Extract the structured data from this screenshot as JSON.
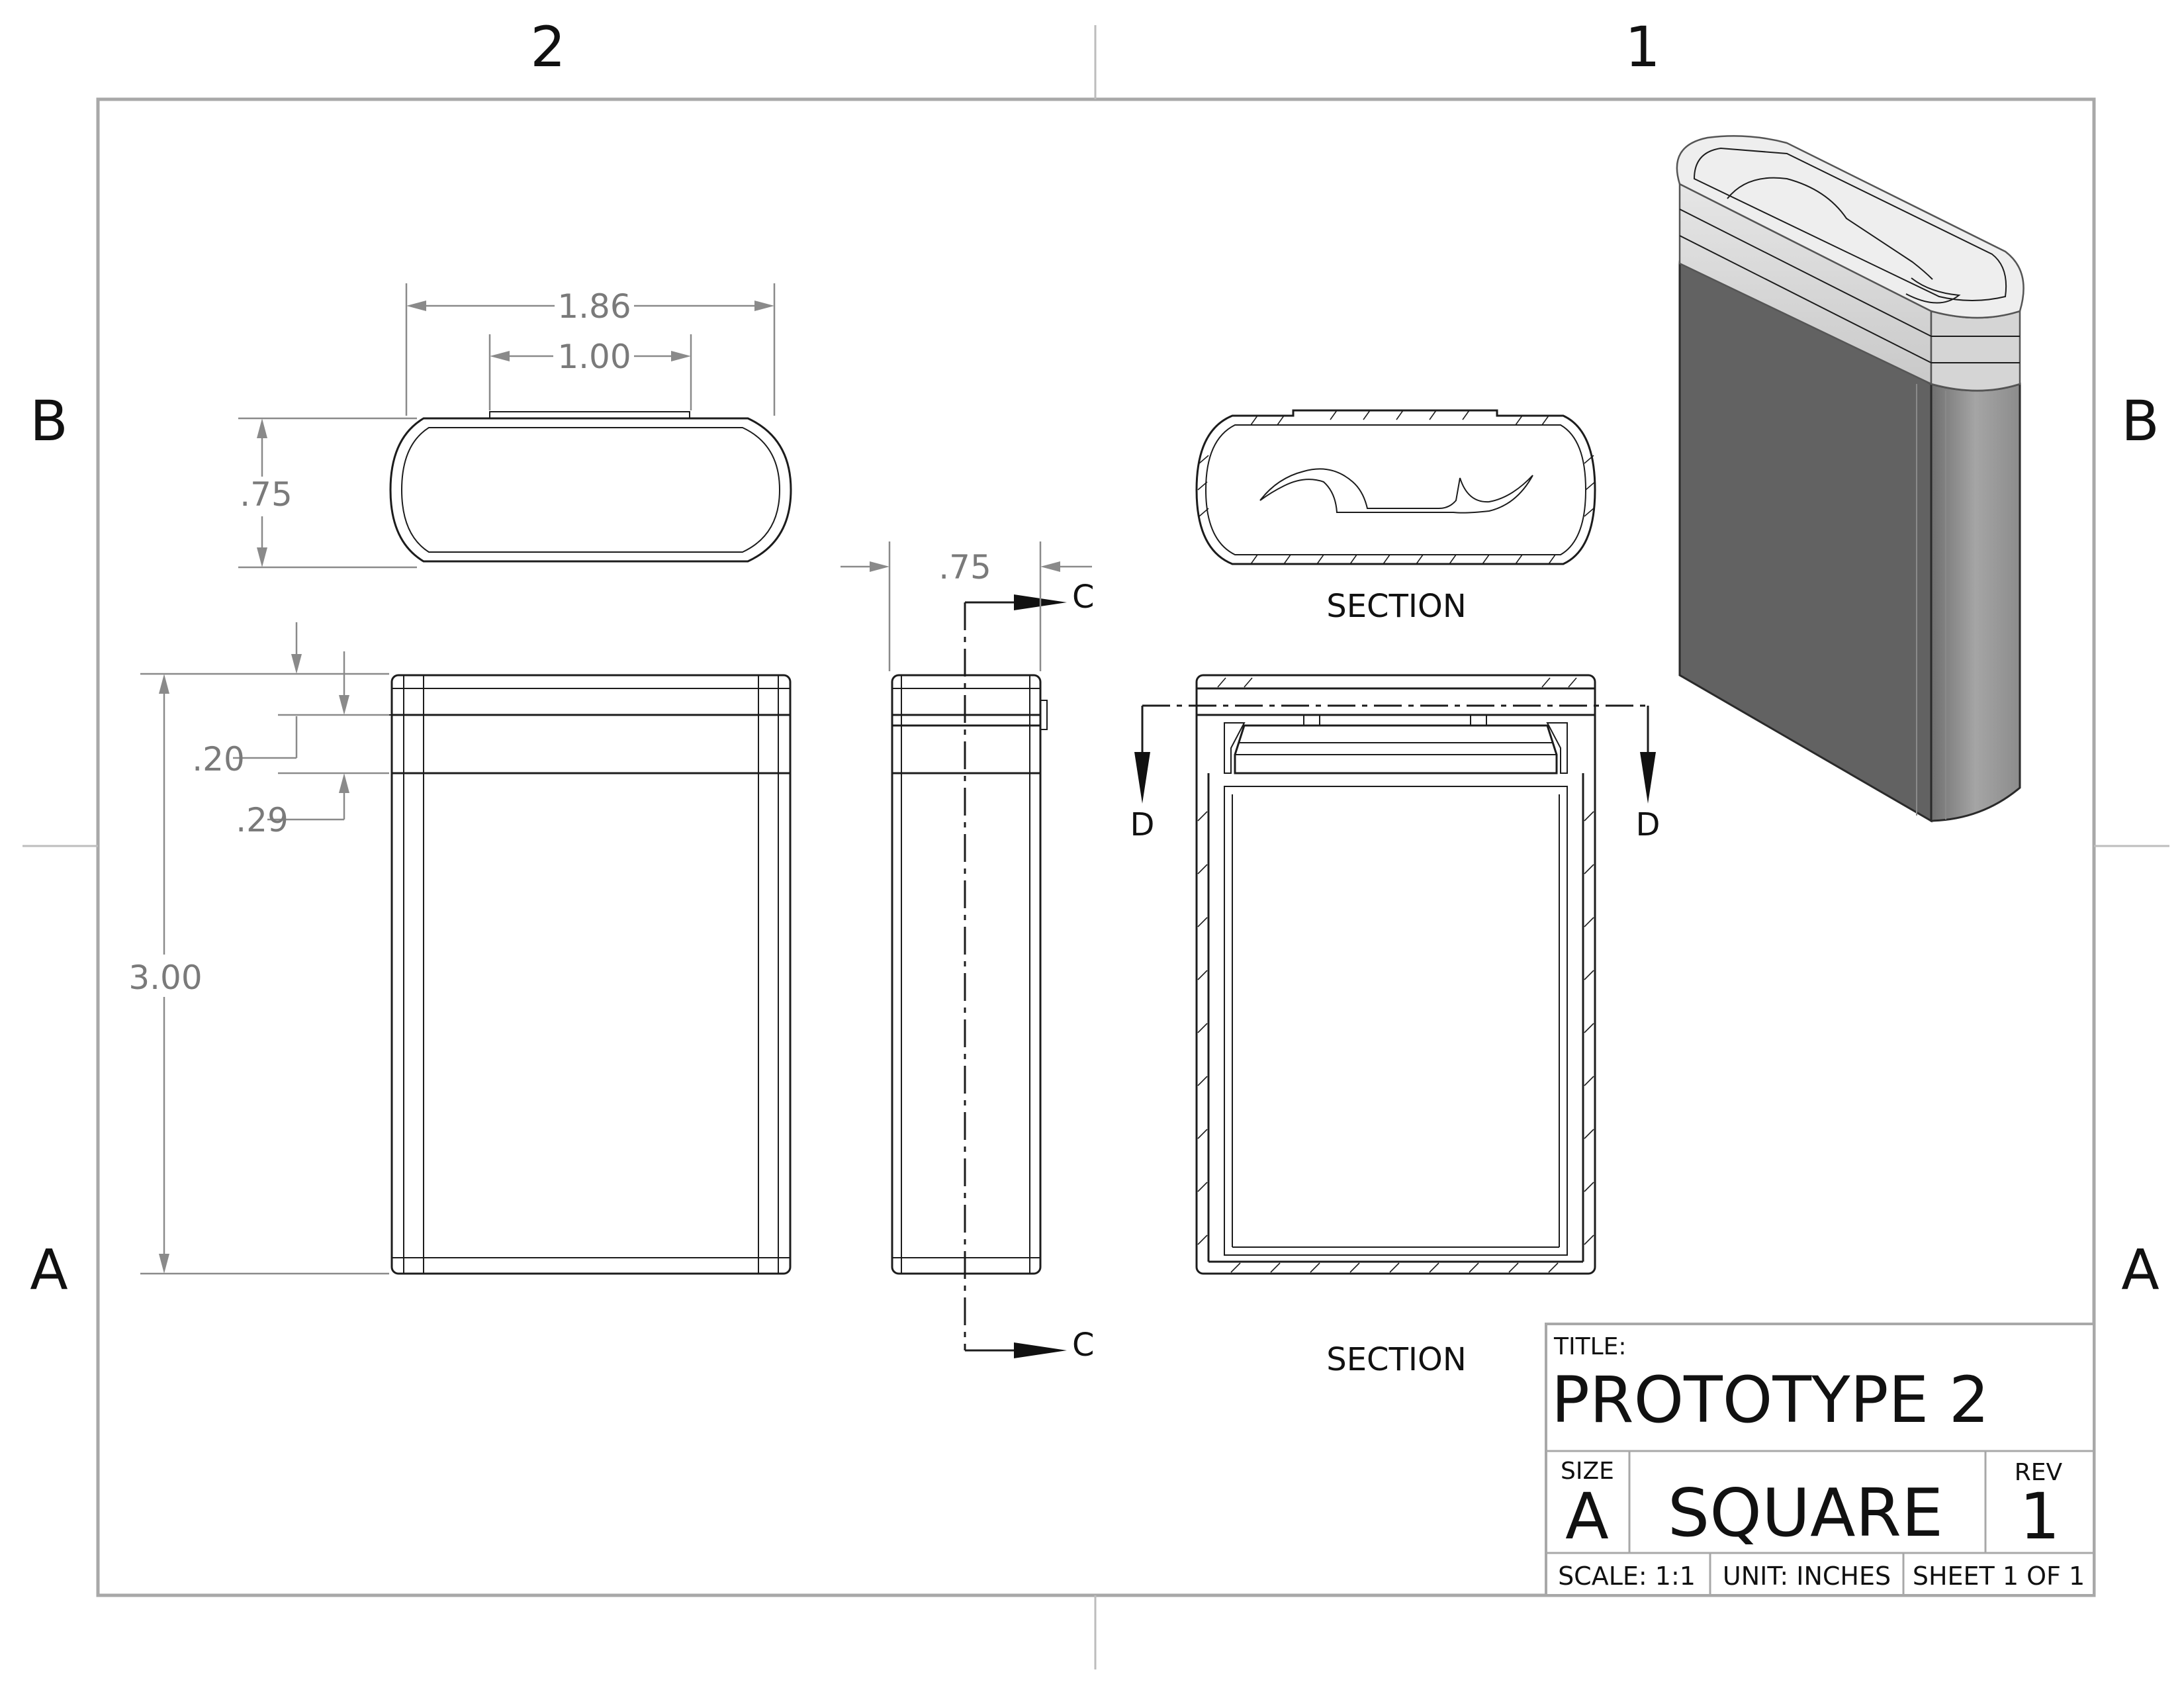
{
  "zones": {
    "col_left": "2",
    "col_right": "1",
    "row_top": "B",
    "row_bottom": "A"
  },
  "dimensions": {
    "top_width": "1.86",
    "top_inner": "1.00",
    "top_depth": ".75",
    "side_depth": ".75",
    "lid_a": ".20",
    "lid_b": ".29",
    "height": "3.00"
  },
  "section_marks": {
    "c": "C",
    "d": "D"
  },
  "captions": {
    "section_top": "SECTION",
    "section_bottom": "SECTION"
  },
  "title_block": {
    "title_label": "TITLE:",
    "title": "PROTOTYPE 2",
    "size_label": "SIZE",
    "size": "A",
    "name": "SQUARE",
    "rev_label": "REV",
    "rev": "1",
    "scale": "SCALE: 1:1",
    "unit": "UNIT: INCHES",
    "sheet": "SHEET 1 OF 1"
  },
  "colors": {
    "line": "#1c1c1c",
    "dimension": "#8a8a8a",
    "frame": "#a8a8a8",
    "body_shade": "#666666"
  }
}
